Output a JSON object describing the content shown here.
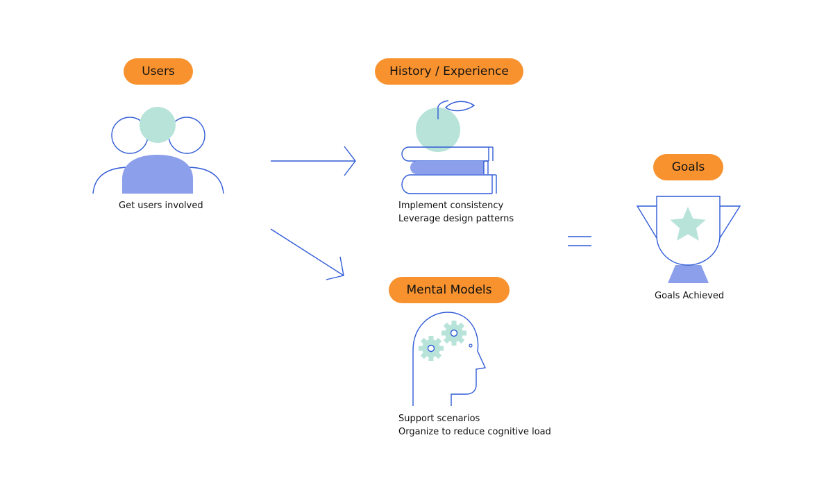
{
  "nodes": {
    "users": {
      "label": "Users",
      "caption": [
        "Get users involved"
      ],
      "icon": "people-group-icon"
    },
    "history": {
      "label": "History / Experience",
      "caption": [
        "Implement consistency",
        "Leverage design patterns"
      ],
      "icon": "books-and-apple-icon"
    },
    "mental": {
      "label": "Mental Models",
      "caption": [
        "Support scenarios",
        "Organize to reduce cognitive load"
      ],
      "icon": "head-with-gears-icon"
    },
    "goals": {
      "label": "Goals",
      "caption": [
        "Goals Achieved"
      ],
      "icon": "trophy-icon"
    }
  },
  "connectors": [
    {
      "from": "users",
      "to": "history",
      "type": "arrow"
    },
    {
      "from": "users",
      "to": "mental",
      "type": "arrow"
    },
    {
      "from": "history+mental",
      "to": "goals",
      "type": "equals"
    }
  ],
  "colors": {
    "pill": "#F8922F",
    "line": "#2F5BD6",
    "mint": "#B7E3D9",
    "periwinkle": "#8C9FEA"
  }
}
